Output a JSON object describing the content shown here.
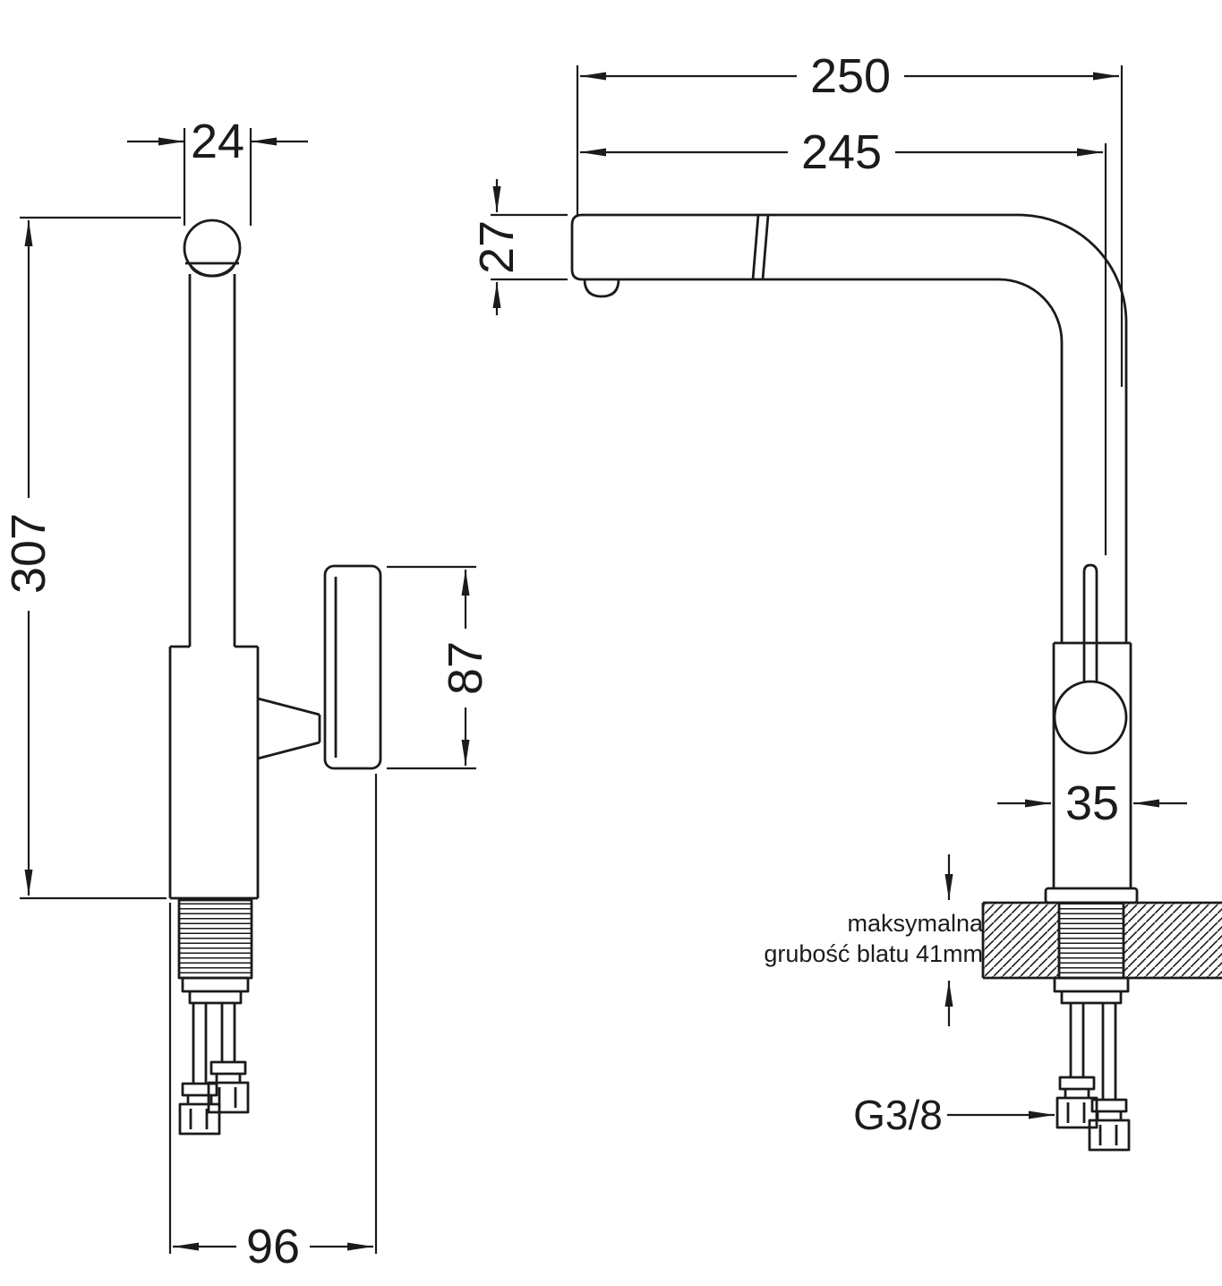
{
  "drawing": {
    "side_view": {
      "spout_tip_width": "24",
      "total_height": "307",
      "handle_length": "87",
      "base_span": "96"
    },
    "front_view": {
      "total_reach": "250",
      "spout_reach": "245",
      "spout_depth": "27",
      "body_width": "35",
      "countertop_note_line1": "maksymalna",
      "countertop_note_line2": "grubość blatu 41mm",
      "connection_thread": "G3/8"
    },
    "colors": {
      "line": "#1b1b1b",
      "background": "#ffffff"
    }
  }
}
